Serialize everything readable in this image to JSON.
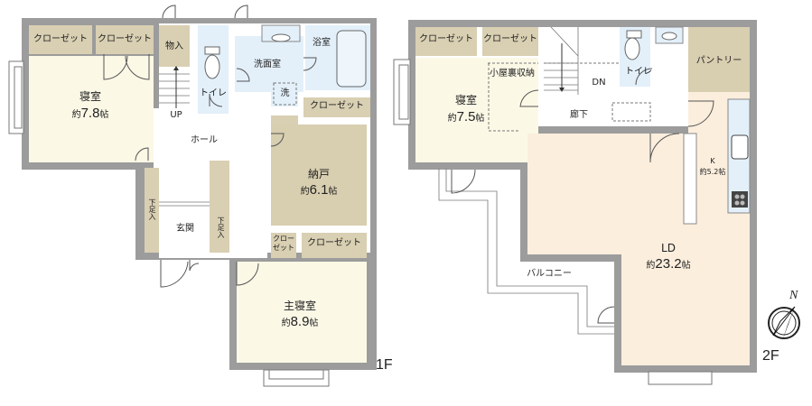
{
  "floor_1": {
    "label": "1F",
    "rooms": {
      "bedroom": {
        "name": "寝室",
        "area_prefix": "約",
        "area_value": "7.8",
        "area_unit": "帖"
      },
      "closet_1": {
        "name": "クローゼット"
      },
      "closet_2": {
        "name": "クローゼット"
      },
      "storage": {
        "name": "物入"
      },
      "stairs_label": "UP",
      "toilet": {
        "name": "トイレ"
      },
      "washroom": {
        "name": "洗面室"
      },
      "washer": {
        "name": "洗"
      },
      "bath": {
        "name": "浴室"
      },
      "closet_3": {
        "name": "クローゼット"
      },
      "hall": {
        "name": "ホール"
      },
      "nando": {
        "name": "納戸",
        "area_prefix": "約",
        "area_value": "6.1",
        "area_unit": "帖"
      },
      "shoe_1": {
        "name": "下足入"
      },
      "shoe_2": {
        "name": "下足入"
      },
      "entrance": {
        "name": "玄関"
      },
      "closet_4": {
        "name": "クロー\nゼット",
        "line1": "クロー",
        "line2": "ゼット"
      },
      "closet_5": {
        "name": "クローゼット"
      },
      "master_bedroom": {
        "name": "主寝室",
        "area_prefix": "約",
        "area_value": "8.9",
        "area_unit": "帖"
      }
    }
  },
  "floor_2": {
    "label": "2F",
    "rooms": {
      "closet_1": {
        "name": "クローゼット"
      },
      "closet_2": {
        "name": "クローゼット"
      },
      "attic_storage": {
        "name": "小屋裏収納"
      },
      "bedroom": {
        "name": "寝室",
        "area_prefix": "約",
        "area_value": "7.5",
        "area_unit": "帖"
      },
      "stairs_label": "DN",
      "toilet": {
        "name": "トイレ"
      },
      "corridor": {
        "name": "廊下"
      },
      "pantry": {
        "name": "パントリー"
      },
      "kitchen": {
        "name": "K",
        "area_prefix": "約",
        "area_value": "5.2",
        "area_unit": "帖"
      },
      "ld": {
        "name": "LD",
        "area_prefix": "約",
        "area_value": "23.2",
        "area_unit": "帖"
      },
      "balcony": {
        "name": "バルコニー"
      }
    }
  },
  "compass": {
    "label": "N"
  },
  "colors": {
    "wall": "#9a9a9a",
    "closet": "#d9cfb2",
    "bedroom": "#fbf8e6",
    "nando": "#d8ceb0",
    "wet": "#e3f0fa",
    "ld": "#fbeedd",
    "hall": "#ffffff"
  }
}
